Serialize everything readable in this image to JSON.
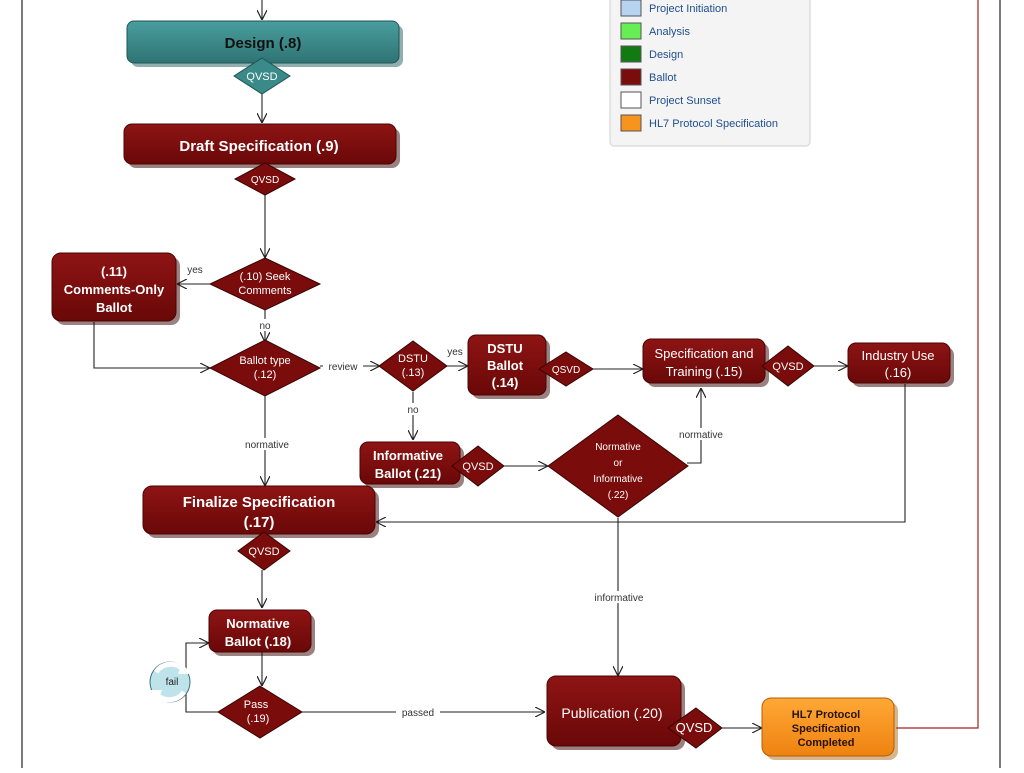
{
  "colors": {
    "ballot": "#7a0c0c",
    "ballot_dark": "#5a0606",
    "design_node": "#3a8a8a",
    "design_dark": "#245f5f",
    "orange": "#f7941d",
    "legend_project_initiation": "#b7d3f2",
    "legend_analysis": "#66ee55",
    "legend_design": "#127a12",
    "legend_ballot": "#7a0c0c",
    "legend_project_sunset": "#ffffff",
    "legend_hl7": "#f7941d",
    "border_red": "#a02020"
  },
  "legend": {
    "items": [
      {
        "label": "Project Initiation"
      },
      {
        "label": "Analysis"
      },
      {
        "label": "Design"
      },
      {
        "label": "Ballot"
      },
      {
        "label": "Project Sunset"
      },
      {
        "label": "HL7 Protocol Specification"
      }
    ]
  },
  "nodes": {
    "design": "Design (.8)",
    "draft_spec": "Draft Specification (.9)",
    "comments_only": [
      "(.11)",
      "Comments-Only",
      "Ballot"
    ],
    "seek_comments": [
      "(.10) Seek",
      "Comments"
    ],
    "ballot_type": [
      "Ballot type",
      "(.12)"
    ],
    "dstu_decision": [
      "DSTU",
      "(.13)"
    ],
    "dstu_ballot": [
      "DSTU",
      "Ballot",
      "(.14)"
    ],
    "spec_training": [
      "Specification and",
      "Training (.15)"
    ],
    "industry_use": [
      "Industry Use",
      "(.16)"
    ],
    "informative_ballot": [
      "Informative",
      "Ballot (.21)"
    ],
    "norm_or_inf": [
      "Normative",
      "or",
      "Informative",
      "(.22)"
    ],
    "finalize_spec": [
      "Finalize Specification",
      "(.17)"
    ],
    "normative_ballot": [
      "Normative",
      "Ballot (.18)"
    ],
    "pass": [
      "Pass",
      "(.19)"
    ],
    "publication": "Publication (.20)",
    "hl7_completed": [
      "HL7 Protocol",
      "Specification",
      "Completed"
    ]
  },
  "qvsd": {
    "design": "QVSD",
    "draft": "QVSD",
    "dstu_ballot": "QSVD",
    "spec_training": "QVSD",
    "informative": "QVSD",
    "finalize": "QVSD",
    "publication": "QVSD"
  },
  "edge_labels": {
    "yes_comments": "yes",
    "no_comments": "no",
    "review": "review",
    "yes_dstu": "yes",
    "no_dstu": "no",
    "normative_ballot_type": "normative",
    "normative_22": "normative",
    "informative_22": "informative",
    "fail": "fail",
    "passed": "passed"
  }
}
